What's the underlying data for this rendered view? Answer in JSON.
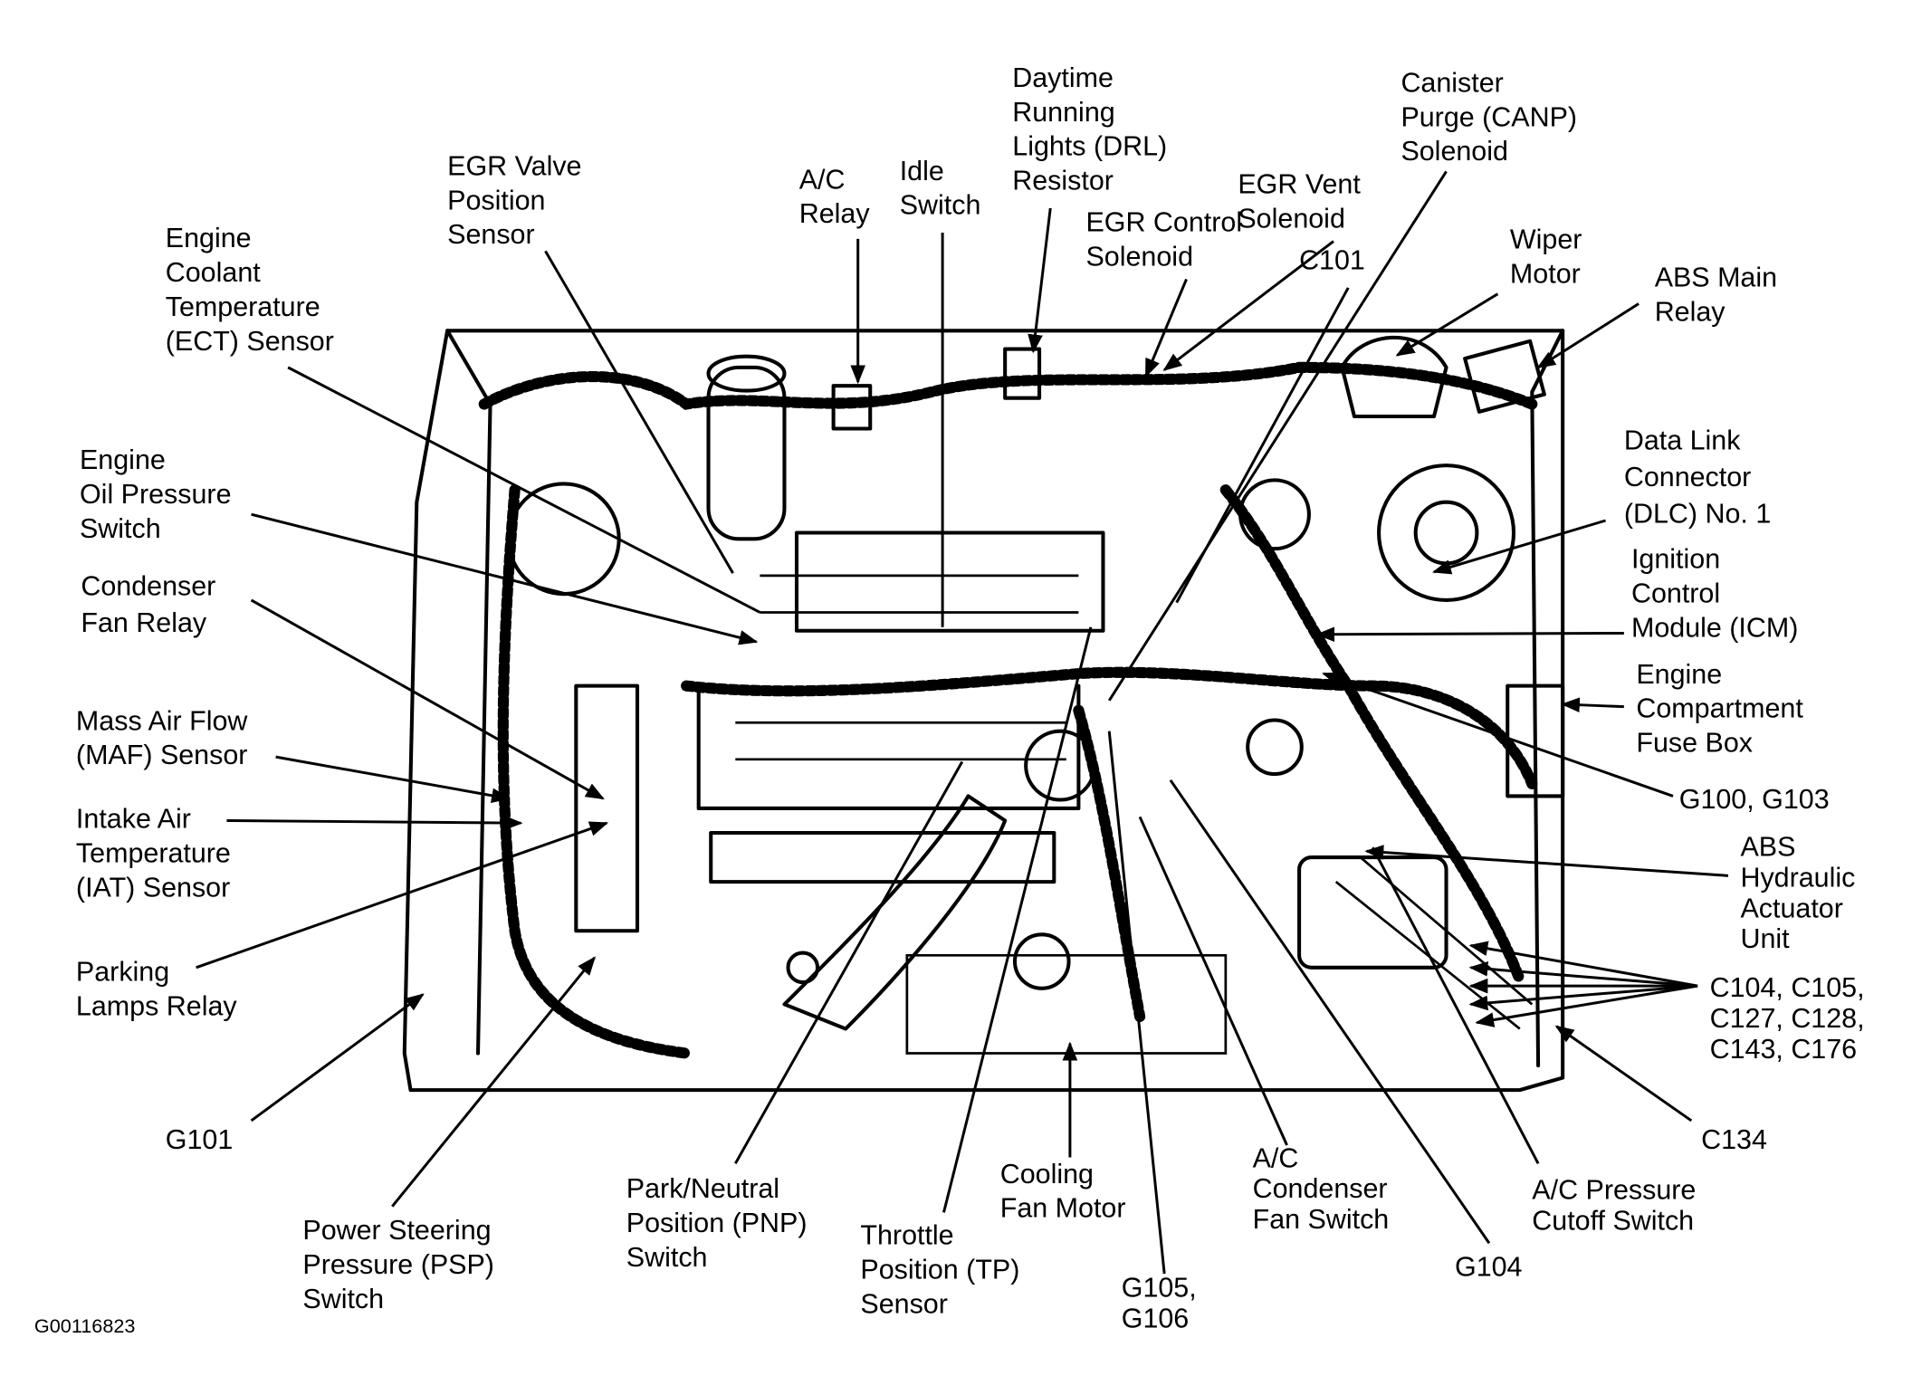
{
  "figure_code": "G00116823",
  "colors": {
    "ink": "#000000",
    "background": "#ffffff"
  },
  "labels": [
    {
      "id": "ect-sensor",
      "lines": [
        "Engine",
        "Coolant",
        "Temperature",
        "(ECT) Sensor"
      ]
    },
    {
      "id": "egr-valve-position-sensor",
      "lines": [
        "EGR Valve",
        "Position",
        "Sensor"
      ]
    },
    {
      "id": "ac-relay",
      "lines": [
        "A/C",
        "Relay"
      ]
    },
    {
      "id": "idle-switch",
      "lines": [
        "Idle",
        "Switch"
      ]
    },
    {
      "id": "drl-resistor",
      "lines": [
        "Daytime",
        "Running",
        "Lights (DRL)",
        "Resistor"
      ]
    },
    {
      "id": "egr-control-solenoid",
      "lines": [
        "EGR Control",
        "Solenoid"
      ]
    },
    {
      "id": "egr-vent-solenoid",
      "lines": [
        "EGR Vent",
        "Solenoid"
      ]
    },
    {
      "id": "canp-solenoid",
      "lines": [
        "Canister",
        "Purge (CANP)",
        "Solenoid"
      ]
    },
    {
      "id": "c101",
      "lines": [
        "C101"
      ]
    },
    {
      "id": "wiper-motor",
      "lines": [
        "Wiper",
        "Motor"
      ]
    },
    {
      "id": "abs-main-relay",
      "lines": [
        "ABS Main",
        "Relay"
      ]
    },
    {
      "id": "dlc",
      "lines": [
        "Data Link",
        "Connector",
        "(DLC) No. 1"
      ]
    },
    {
      "id": "icm",
      "lines": [
        "Ignition",
        "Control",
        "Module (ICM)"
      ]
    },
    {
      "id": "fuse-box",
      "lines": [
        "Engine",
        "Compartment",
        "Fuse Box"
      ]
    },
    {
      "id": "g100-g103",
      "lines": [
        "G100, G103"
      ]
    },
    {
      "id": "abs-hydraulic-actuator",
      "lines": [
        "ABS",
        "Hydraulic",
        "Actuator",
        "Unit"
      ]
    },
    {
      "id": "connectors-c104",
      "lines": [
        "C104, C105,",
        "C127, C128,",
        "C143, C176"
      ]
    },
    {
      "id": "c134",
      "lines": [
        "C134"
      ]
    },
    {
      "id": "ac-pressure-cutoff-switch",
      "lines": [
        "A/C Pressure",
        "Cutoff Switch"
      ]
    },
    {
      "id": "g104",
      "lines": [
        "G104"
      ]
    },
    {
      "id": "ac-condenser-fan-switch",
      "lines": [
        "A/C",
        "Condenser",
        "Fan Switch"
      ]
    },
    {
      "id": "g105-g106",
      "lines": [
        "G105,",
        "G106"
      ]
    },
    {
      "id": "cooling-fan-motor",
      "lines": [
        "Cooling",
        "Fan Motor"
      ]
    },
    {
      "id": "tp-sensor",
      "lines": [
        "Throttle",
        "Position (TP)",
        "Sensor"
      ]
    },
    {
      "id": "pnp-switch",
      "lines": [
        "Park/Neutral",
        "Position (PNP)",
        "Switch"
      ]
    },
    {
      "id": "psp-switch",
      "lines": [
        "Power Steering",
        "Pressure (PSP)",
        "Switch"
      ]
    },
    {
      "id": "g101",
      "lines": [
        "G101"
      ]
    },
    {
      "id": "parking-lamps-relay",
      "lines": [
        "Parking",
        "Lamps Relay"
      ]
    },
    {
      "id": "iat-sensor",
      "lines": [
        "Intake Air",
        "Temperature",
        "(IAT) Sensor"
      ]
    },
    {
      "id": "maf-sensor",
      "lines": [
        "Mass Air Flow",
        "(MAF) Sensor"
      ]
    },
    {
      "id": "condenser-fan-relay",
      "lines": [
        "Condenser",
        "Fan Relay"
      ]
    },
    {
      "id": "oil-pressure-switch",
      "lines": [
        "Engine",
        "Oil Pressure",
        "Switch"
      ]
    }
  ]
}
